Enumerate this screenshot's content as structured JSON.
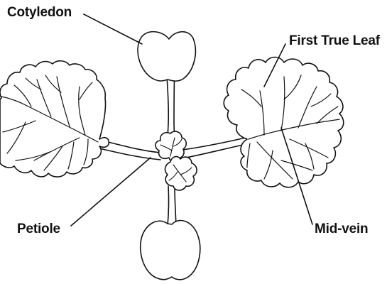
{
  "diagram": {
    "labels": {
      "cotyledon": "Cotyledon",
      "first_true_leaf": "First True Leaf",
      "petiole": "Petiole",
      "mid_vein": "Mid-vein"
    }
  }
}
